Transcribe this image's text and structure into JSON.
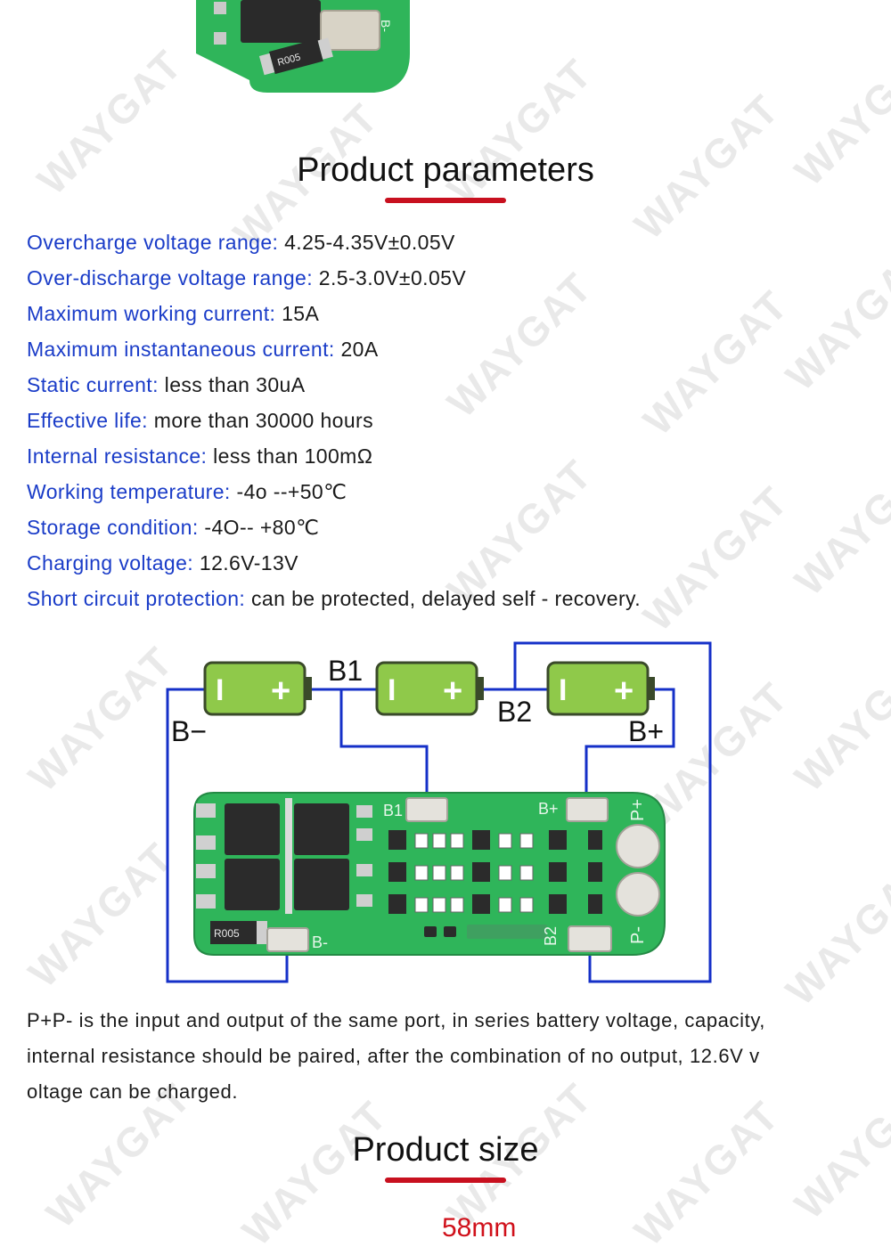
{
  "watermark": "WAYGAT",
  "board_labels": {
    "resistor": "R005",
    "b_minus": "B-",
    "b1": "B1",
    "b_plus": "B+",
    "b2": "B2",
    "p_plus": "P+",
    "p_minus": "P-"
  },
  "section_parameters_title": "Product parameters",
  "parameters": [
    {
      "label": "Overcharge voltage range:",
      "value": " 4.25-4.35V±0.05V"
    },
    {
      "label": "Over-discharge voltage range:",
      "value": " 2.5-3.0V±0.05V"
    },
    {
      "label": "Maximum working current:",
      "value": " 15A"
    },
    {
      "label": "Maximum instantaneous current:",
      "value": " 20A"
    },
    {
      "label": "Static current:",
      "value": " less than 30uA"
    },
    {
      "label": "Effective life:",
      "value": " more than 30000 hours"
    },
    {
      "label": "Internal resistance:",
      "value": " less than 100mΩ"
    },
    {
      "label": "Working temperature:",
      "value": " -4o --+50℃"
    },
    {
      "label": "Storage condition:",
      "value": " -4O-- +80℃"
    },
    {
      "label": "Charging voltage:",
      "value": " 12.6V-13V"
    },
    {
      "label": "Short circuit protection:",
      "value": " can be protected, delayed self - recovery."
    }
  ],
  "diagram_labels": {
    "b_minus": "B−",
    "b1": "B1",
    "b2": "B2",
    "b_plus": "B+",
    "battery_minus": "I",
    "battery_plus": "+"
  },
  "note_lines": [
    "P+P- is the input and output of the same port, in series battery voltage, capacity,",
    "internal resistance should be paired, after the combination of no output, 12.6V v",
    "oltage can be charged."
  ],
  "section_size_title": "Product size",
  "size_dimension": "58mm",
  "colors": {
    "label_blue": "#1a3cc8",
    "accent_red": "#c8101f",
    "wire_blue": "#1530c8",
    "pcb_green": "#2fb55a",
    "battery_green": "#8fc94a"
  }
}
